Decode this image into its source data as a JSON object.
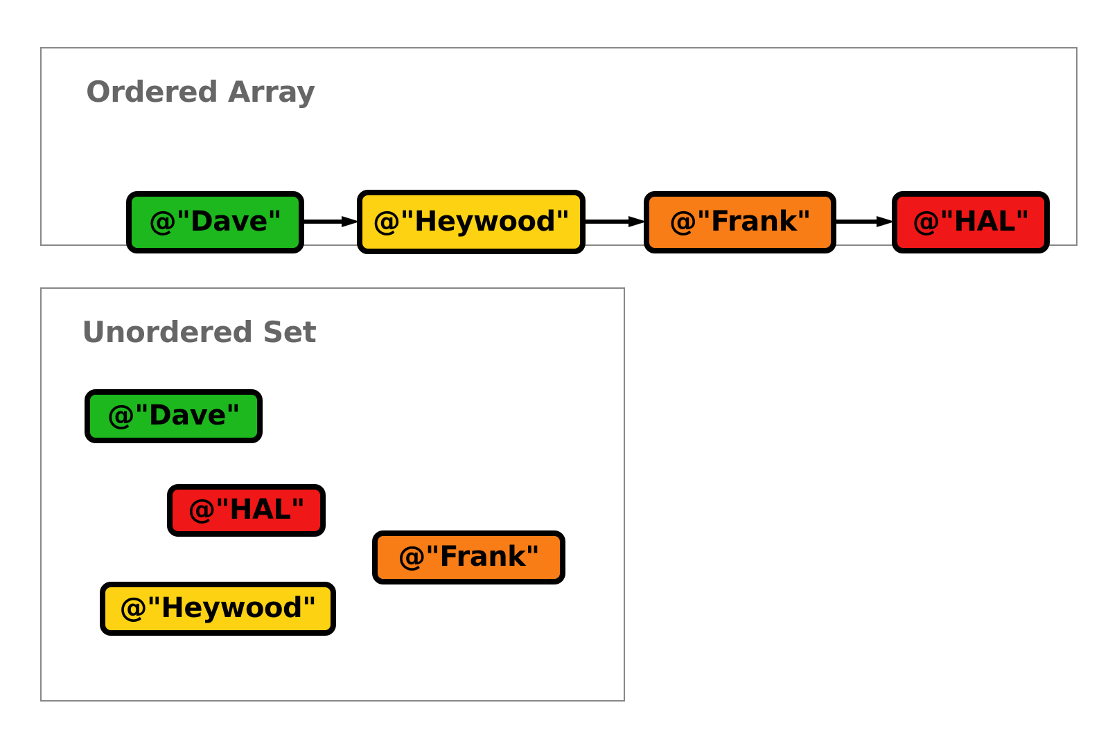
{
  "colors": {
    "green": "#1db81d",
    "yellow": "#fcd213",
    "orange": "#f97d16",
    "red": "#ef1717",
    "panel_border": "#878787",
    "title_text": "#666666",
    "node_border": "#000000",
    "node_text": "#000000",
    "background": "#ffffff"
  },
  "ordered_array": {
    "title": "Ordered Array",
    "nodes": [
      {
        "label": "@\"Dave\"",
        "color": "#1db81d"
      },
      {
        "label": "@\"Heywood\"",
        "color": "#fcd213"
      },
      {
        "label": "@\"Frank\"",
        "color": "#f97d16"
      },
      {
        "label": "@\"HAL\"",
        "color": "#ef1717"
      }
    ],
    "arrows": [
      {
        "name": "arrow-dave-heywood",
        "direction": "right"
      },
      {
        "name": "arrow-heywood-frank",
        "direction": "right"
      },
      {
        "name": "arrow-frank-hal",
        "direction": "right"
      }
    ]
  },
  "unordered_set": {
    "title": "Unordered Set",
    "nodes": [
      {
        "label": "@\"Dave\"",
        "color": "#1db81d"
      },
      {
        "label": "@\"HAL\"",
        "color": "#ef1717"
      },
      {
        "label": "@\"Frank\"",
        "color": "#f97d16"
      },
      {
        "label": "@\"Heywood\"",
        "color": "#fcd213"
      }
    ]
  }
}
